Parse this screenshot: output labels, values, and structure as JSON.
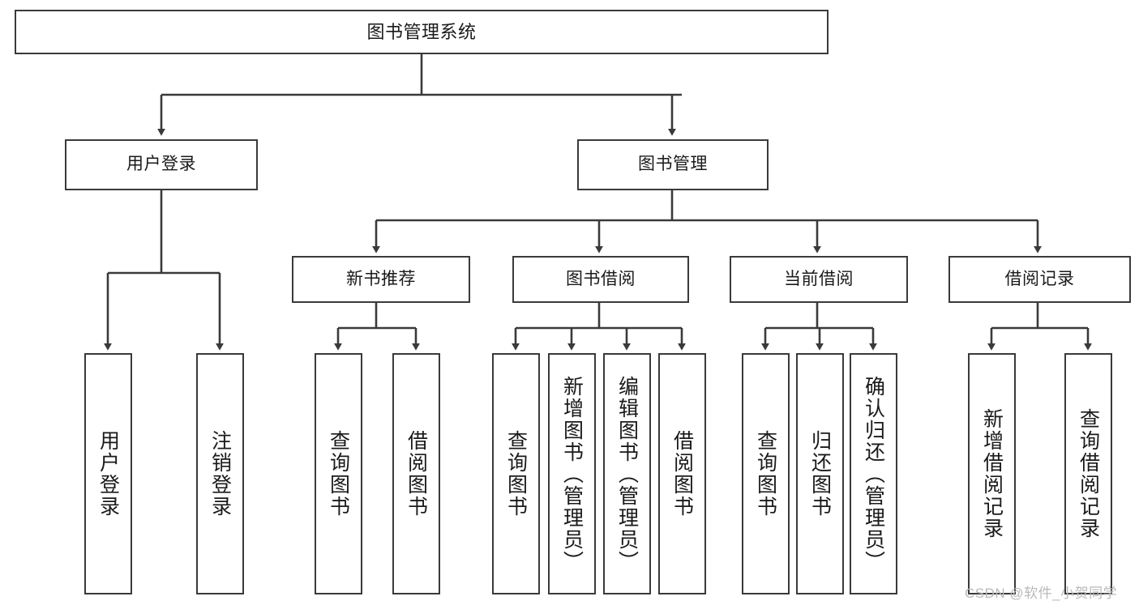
{
  "diagram": {
    "title": "图书管理系统",
    "type": "tree",
    "stroke_color": "#3a3a3a",
    "node_fill": "#ffffff",
    "text_color": "#1a1a1a",
    "watermark_color": "#b9b9b9"
  },
  "watermark": {
    "text": "CSDN @软件_小贺同学"
  },
  "nodes": {
    "root": {
      "label": "图书管理系统"
    },
    "level1": [
      {
        "label": "用户登录"
      },
      {
        "label": "图书管理"
      }
    ],
    "level2": [
      {
        "label": "新书推荐"
      },
      {
        "label": "图书借阅"
      },
      {
        "label": "当前借阅"
      },
      {
        "label": "借阅记录"
      }
    ],
    "leaves": {
      "user_login": [
        {
          "label": "用户登录"
        },
        {
          "label": "注销登录"
        }
      ],
      "new_book_recommend": [
        {
          "label": "查询图书"
        },
        {
          "label": "借阅图书"
        }
      ],
      "book_borrow": [
        {
          "label": "查询图书"
        },
        {
          "label": "新增图书（管理员）"
        },
        {
          "label": "编辑图书（管理员）"
        },
        {
          "label": "借阅图书"
        }
      ],
      "current_borrow": [
        {
          "label": "查询图书"
        },
        {
          "label": "归还图书"
        },
        {
          "label": "确认归还（管理员）"
        }
      ],
      "borrow_record": [
        {
          "label": "新增借阅记录"
        },
        {
          "label": "查询借阅记录"
        }
      ]
    }
  },
  "chart_data": {
    "type": "table",
    "title": "图书管理系统 功能结构图",
    "hierarchy": [
      {
        "name": "图书管理系统",
        "children": [
          {
            "name": "用户登录",
            "children": [
              {
                "name": "用户登录"
              },
              {
                "name": "注销登录"
              }
            ]
          },
          {
            "name": "图书管理",
            "children": [
              {
                "name": "新书推荐",
                "children": [
                  {
                    "name": "查询图书"
                  },
                  {
                    "name": "借阅图书"
                  }
                ]
              },
              {
                "name": "图书借阅",
                "children": [
                  {
                    "name": "查询图书"
                  },
                  {
                    "name": "新增图书（管理员）"
                  },
                  {
                    "name": "编辑图书（管理员）"
                  },
                  {
                    "name": "借阅图书"
                  }
                ]
              },
              {
                "name": "当前借阅",
                "children": [
                  {
                    "name": "查询图书"
                  },
                  {
                    "name": "归还图书"
                  },
                  {
                    "name": "确认归还（管理员）"
                  }
                ]
              },
              {
                "name": "借阅记录",
                "children": [
                  {
                    "name": "新增借阅记录"
                  },
                  {
                    "name": "查询借阅记录"
                  }
                ]
              }
            ]
          }
        ]
      }
    ]
  }
}
